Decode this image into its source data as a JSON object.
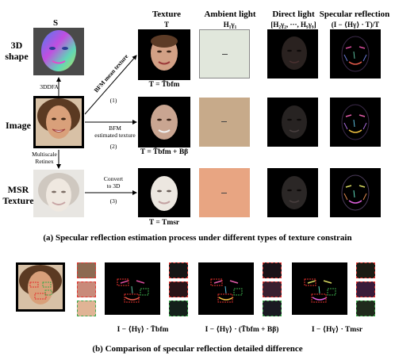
{
  "columns": {
    "s": "S",
    "texture": "Texture",
    "texture_sym": "T",
    "ambient": "Ambient light",
    "ambient_sym": "H₁γ₁",
    "direct": "Direct light",
    "direct_sym": "[H₂γ₂, ···, H₉γ₉]",
    "specular": "Specular reflection",
    "specular_sym": "(I − ⟨Hγ⟩ · T)/T"
  },
  "rows": {
    "shape": [
      "3D",
      "shape"
    ],
    "image": "Image",
    "msr": [
      "MSR",
      "Texture"
    ]
  },
  "arrows": {
    "3ddfa": "3DDFA",
    "bfm_mean": "BFM mean texture",
    "step1": "(1)",
    "bfm_est": [
      "BFM",
      "estimated texture"
    ],
    "step2": "(2)",
    "multiscale": [
      "Multiscale",
      "Retinex"
    ],
    "convert": [
      "Convert",
      "to 3D"
    ],
    "step3": "(3)"
  },
  "equations": {
    "row1": "T = T̄bfm",
    "row2": "T = T̄bfm + Bβ",
    "row3": "T = Tmsr"
  },
  "captions": {
    "a": "(a) Specular reflection estimation process under different types of texture constrain",
    "b": "(b) Comparison of specular reflection detailed difference"
  },
  "bottom_labels": {
    "l1": "I − ⟨Hγ⟩ · T̄bfm",
    "l2": "I − ⟨Hγ⟩ · (T̄bfm + Bβ)",
    "l3": "I − ⟨Hγ⟩ · Tmsr"
  },
  "colors": {
    "ambient1": "#e1e7dc",
    "ambient2": "#c7aa8a",
    "ambient3": "#e8a582",
    "dash_red": "#e2312d",
    "dash_green": "#3aa84a"
  }
}
